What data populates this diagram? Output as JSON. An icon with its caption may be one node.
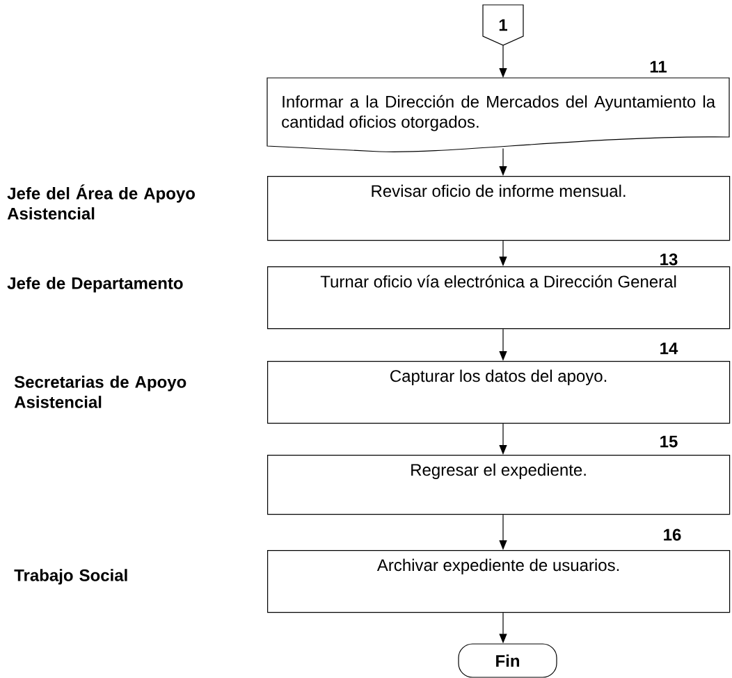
{
  "diagram": {
    "nodes": [
      {
        "text": [
          "1"
        ]
      },
      {
        "text": [
          "Informar a la Dirección de Mercados del Ayuntamiento la cantidad oficios otorgados."
        ],
        "beside": [
          "11"
        ]
      },
      {
        "text": [
          "Revisar oficio de informe mensual."
        ]
      },
      {
        "text": [
          "Turnar oficio vía electrónica a Dirección General"
        ],
        "beside": [
          "13"
        ]
      },
      {
        "text": [
          "Capturar los datos del apoyo."
        ],
        "beside": [
          "14"
        ]
      },
      {
        "text": [
          "Regresar el expediente."
        ],
        "beside": [
          "15"
        ]
      },
      {
        "text": [
          "Archivar expediente de usuarios."
        ],
        "beside": [
          "16"
        ]
      },
      {
        "text": [
          "Fin"
        ]
      }
    ],
    "edges": [
      {
        "from": 0,
        "to": 1,
        "arrow": "to"
      },
      {
        "from": 1,
        "to": 2,
        "arrow": "to"
      },
      {
        "from": 2,
        "to": 3,
        "arrow": "to"
      },
      {
        "from": 3,
        "to": 4,
        "arrow": "to"
      },
      {
        "from": 4,
        "to": 5,
        "arrow": "to"
      },
      {
        "from": 5,
        "to": 6,
        "arrow": "to"
      },
      {
        "from": 6,
        "to": 7,
        "arrow": "to"
      }
    ],
    "labels": [
      "Jefe del Área de Apoyo Asistencial",
      "Jefe de Departamento",
      "Secretarias de Apoyo Asistencial",
      "Trabajo Social"
    ]
  }
}
